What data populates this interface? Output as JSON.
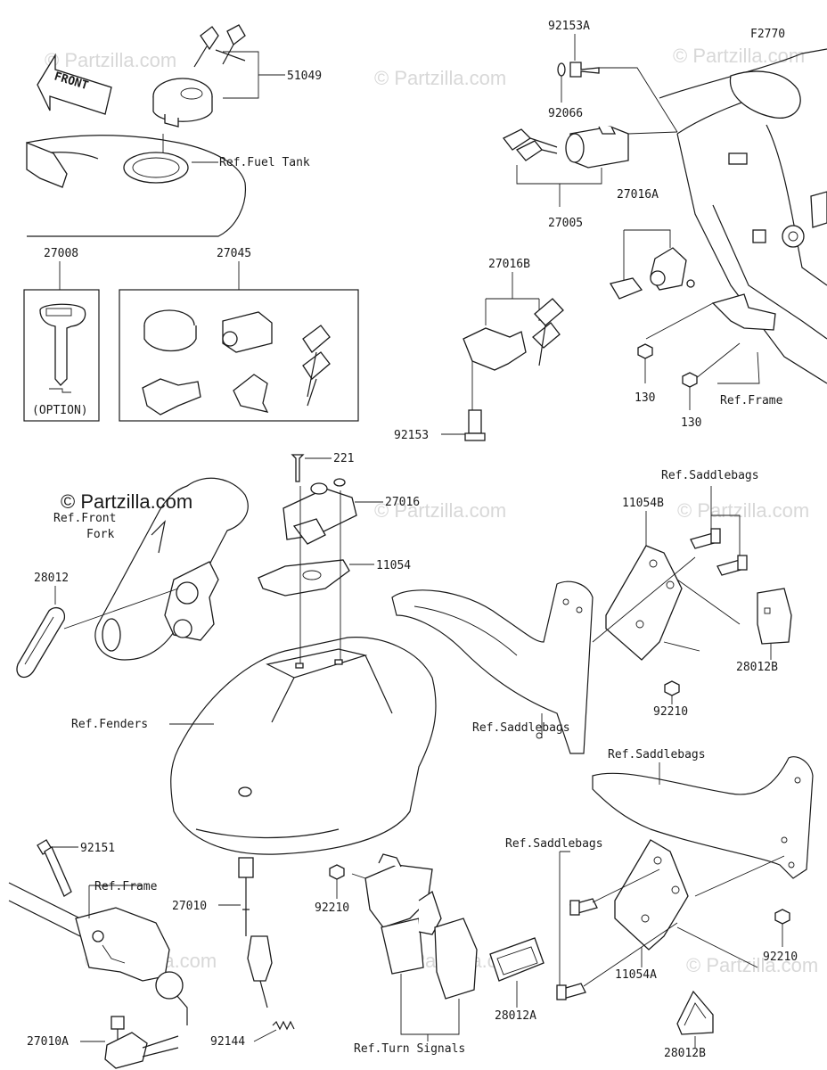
{
  "figure_code": "F2770",
  "watermarks": [
    "© Partzilla.com"
  ],
  "front_arrow_label": "FRONT",
  "option_label": "(OPTION)",
  "parts": {
    "p51049": "51049",
    "p92153A": "92153A",
    "p92066": "92066",
    "p27005": "27005",
    "p27016A": "27016A",
    "p27008": "27008",
    "p27045": "27045",
    "p27016B": "27016B",
    "p92153": "92153",
    "p130a": "130",
    "p130b": "130",
    "p221": "221",
    "p27016": "27016",
    "p11054": "11054",
    "p28012": "28012",
    "p11054B": "11054B",
    "p28012B_top": "28012B",
    "p92210_top": "92210",
    "p92151": "92151",
    "p27010": "27010",
    "p92210_mid": "92210",
    "p28012A": "28012A",
    "p11054A": "11054A",
    "p92210_right": "92210",
    "p28012B_bottom": "28012B",
    "p27010A": "27010A",
    "p92144": "92144"
  },
  "refs": {
    "fuel_tank": "Ref.Fuel Tank",
    "frame_top": "Ref.Frame",
    "front_fork_1": "Ref.Front",
    "front_fork_2": "Fork",
    "fenders": "Ref.Fenders",
    "saddlebags_top": "Ref.Saddlebags",
    "saddlebags_mid": "Ref.Saddlebags",
    "saddlebags_right": "Ref.Saddlebags",
    "saddlebags_left": "Ref.Saddlebags",
    "frame_bottom": "Ref.Frame",
    "turn_signals": "Ref.Turn Signals"
  }
}
